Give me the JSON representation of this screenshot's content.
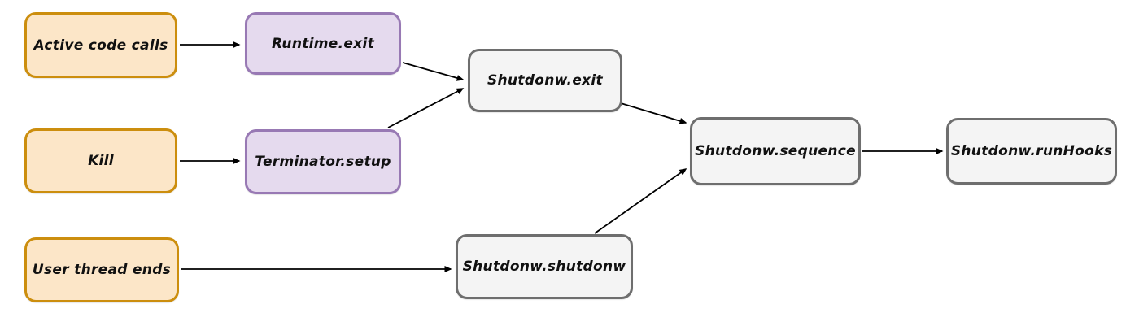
{
  "diagram": {
    "background_color": "#ffffff",
    "arrow_color": "#000000",
    "text_color": "#111111",
    "node_styles": {
      "trigger": {
        "fill": "#FCE6C8",
        "stroke": "#CC8E0E"
      },
      "api": {
        "fill": "#E5DAEE",
        "stroke": "#9879B4"
      },
      "internal": {
        "fill": "#F4F4F4",
        "stroke": "#6E6E6E"
      }
    },
    "nodes": [
      {
        "id": "active-code-calls",
        "label": "Active code calls",
        "kind": "trigger"
      },
      {
        "id": "runtime-exit",
        "label": "Runtime.exit",
        "kind": "api"
      },
      {
        "id": "kill",
        "label": "Kill",
        "kind": "trigger"
      },
      {
        "id": "terminator-setup",
        "label": "Terminator.setup",
        "kind": "api"
      },
      {
        "id": "shutdonw-exit",
        "label": "Shutdonw.exit",
        "kind": "internal"
      },
      {
        "id": "user-thread-ends",
        "label": "User thread ends",
        "kind": "trigger"
      },
      {
        "id": "shutdonw-shutdonw",
        "label": "Shutdonw.shutdonw",
        "kind": "internal"
      },
      {
        "id": "shutdonw-sequence",
        "label": "Shutdonw.sequence",
        "kind": "internal"
      },
      {
        "id": "shutdonw-runhooks",
        "label": "Shutdonw.runHooks",
        "kind": "internal"
      }
    ],
    "edges": [
      {
        "from": "active-code-calls",
        "to": "runtime-exit"
      },
      {
        "from": "kill",
        "to": "terminator-setup"
      },
      {
        "from": "runtime-exit",
        "to": "shutdonw-exit"
      },
      {
        "from": "terminator-setup",
        "to": "shutdonw-exit"
      },
      {
        "from": "shutdonw-exit",
        "to": "shutdonw-sequence"
      },
      {
        "from": "shutdonw-shutdonw",
        "to": "shutdonw-sequence"
      },
      {
        "from": "shutdonw-sequence",
        "to": "shutdonw-runhooks"
      },
      {
        "from": "user-thread-ends",
        "to": "shutdonw-shutdonw"
      }
    ]
  }
}
